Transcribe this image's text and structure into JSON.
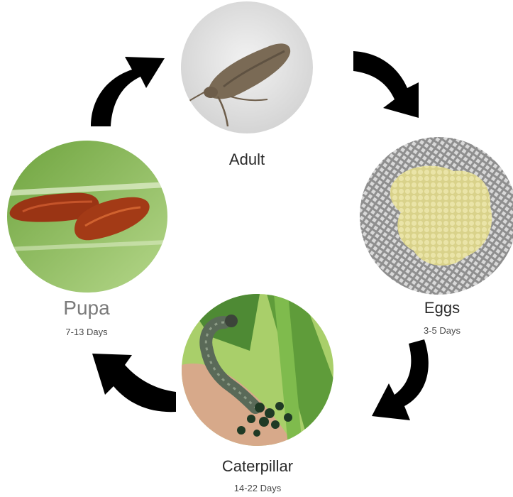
{
  "stages": {
    "adult": {
      "name": "Adult"
    },
    "eggs": {
      "name": "Eggs",
      "duration": "3-5 Days"
    },
    "caterpillar": {
      "name": "Caterpillar",
      "duration": "14-22 Days"
    },
    "pupa": {
      "name": "Pupa",
      "duration": "7-13 Days"
    }
  },
  "icons": {
    "cycle_arrow": "curved-arrow-icon",
    "adult": "moth-photo",
    "eggs": "egg-cluster-photo",
    "caterpillar": "caterpillar-photo",
    "pupa": "pupa-photo"
  },
  "colors": {
    "arrow": "#000000",
    "text": "#2a2a2a",
    "pupa_text": "#7b7b7b"
  }
}
